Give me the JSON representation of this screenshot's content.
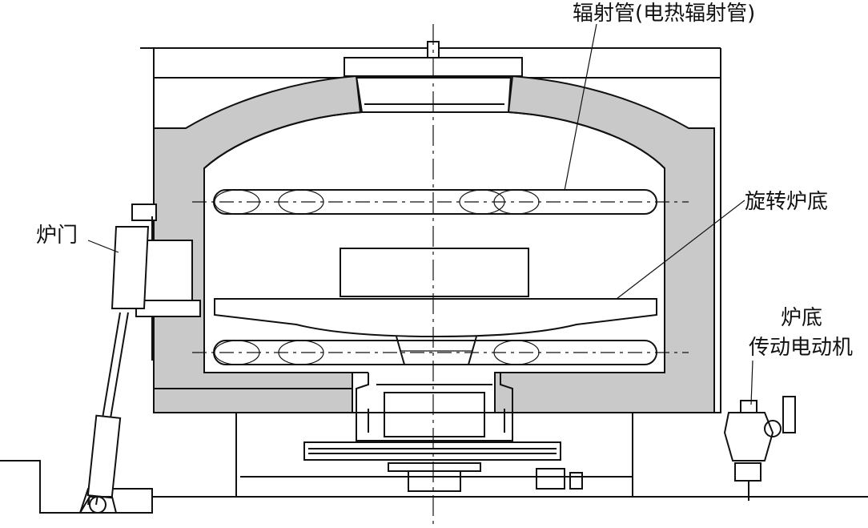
{
  "labels": {
    "radiant_tube": "辐射管(电热辐射管)",
    "rotating_hearth": "旋转炉底",
    "furnace_door": "炉门",
    "hearth_drive_motor_line1": "炉底",
    "hearth_drive_motor_line2": "传动电动机"
  }
}
